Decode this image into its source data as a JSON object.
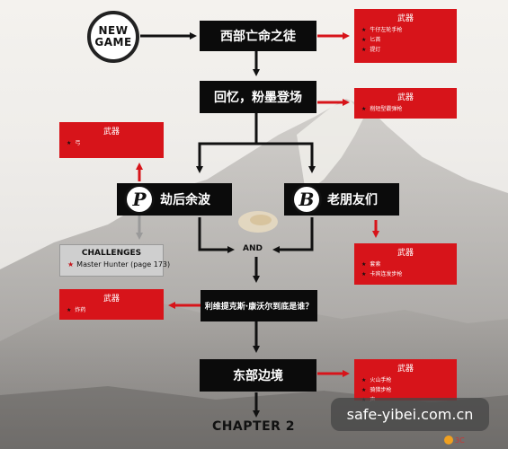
{
  "new_game": {
    "line1": "NEW",
    "line2": "GAME"
  },
  "nodes": {
    "start": "西部亡命之徒",
    "memory": "回忆，粉墨登场",
    "aftermath": "劫后余波",
    "friends": "老朋友们",
    "who": "利维提克斯·康沃尔到底是谁？",
    "eastern": "东部边境"
  },
  "badges": {
    "aftermath": "P",
    "friends": "B"
  },
  "and_label": "AND",
  "chapter_end": "CHAPTER 2",
  "weapon_boxes": {
    "start": {
      "title": "武器",
      "items": [
        "牛仔左轮手枪",
        "匕首",
        "提灯"
      ]
    },
    "memory": {
      "title": "武器",
      "items": [
        "削短型霰弹枪"
      ]
    },
    "aftermath": {
      "title": "武器",
      "items": [
        "弓"
      ]
    },
    "friends": {
      "title": "武器",
      "items": [
        "套索",
        "卡宾连发步枪"
      ]
    },
    "who": {
      "title": "武器",
      "items": [
        "炸药"
      ]
    },
    "eastern": {
      "title": "武器",
      "items": [
        "火山手枪",
        "骑猎步枪",
        "声"
      ]
    }
  },
  "challenges": {
    "title": "CHALLENGES",
    "item": "Master Hunter (page 173)"
  },
  "watermark": "safe-yibei.com.cn",
  "corner_badge": "3C",
  "colors": {
    "node": "#0b0b0b",
    "weapon": "#d7141a",
    "arrow_dark": "#111111",
    "arrow_red": "#d7141a",
    "arrow_gray": "#9a9a9a",
    "challenge_bg": "#cfcfcf"
  }
}
